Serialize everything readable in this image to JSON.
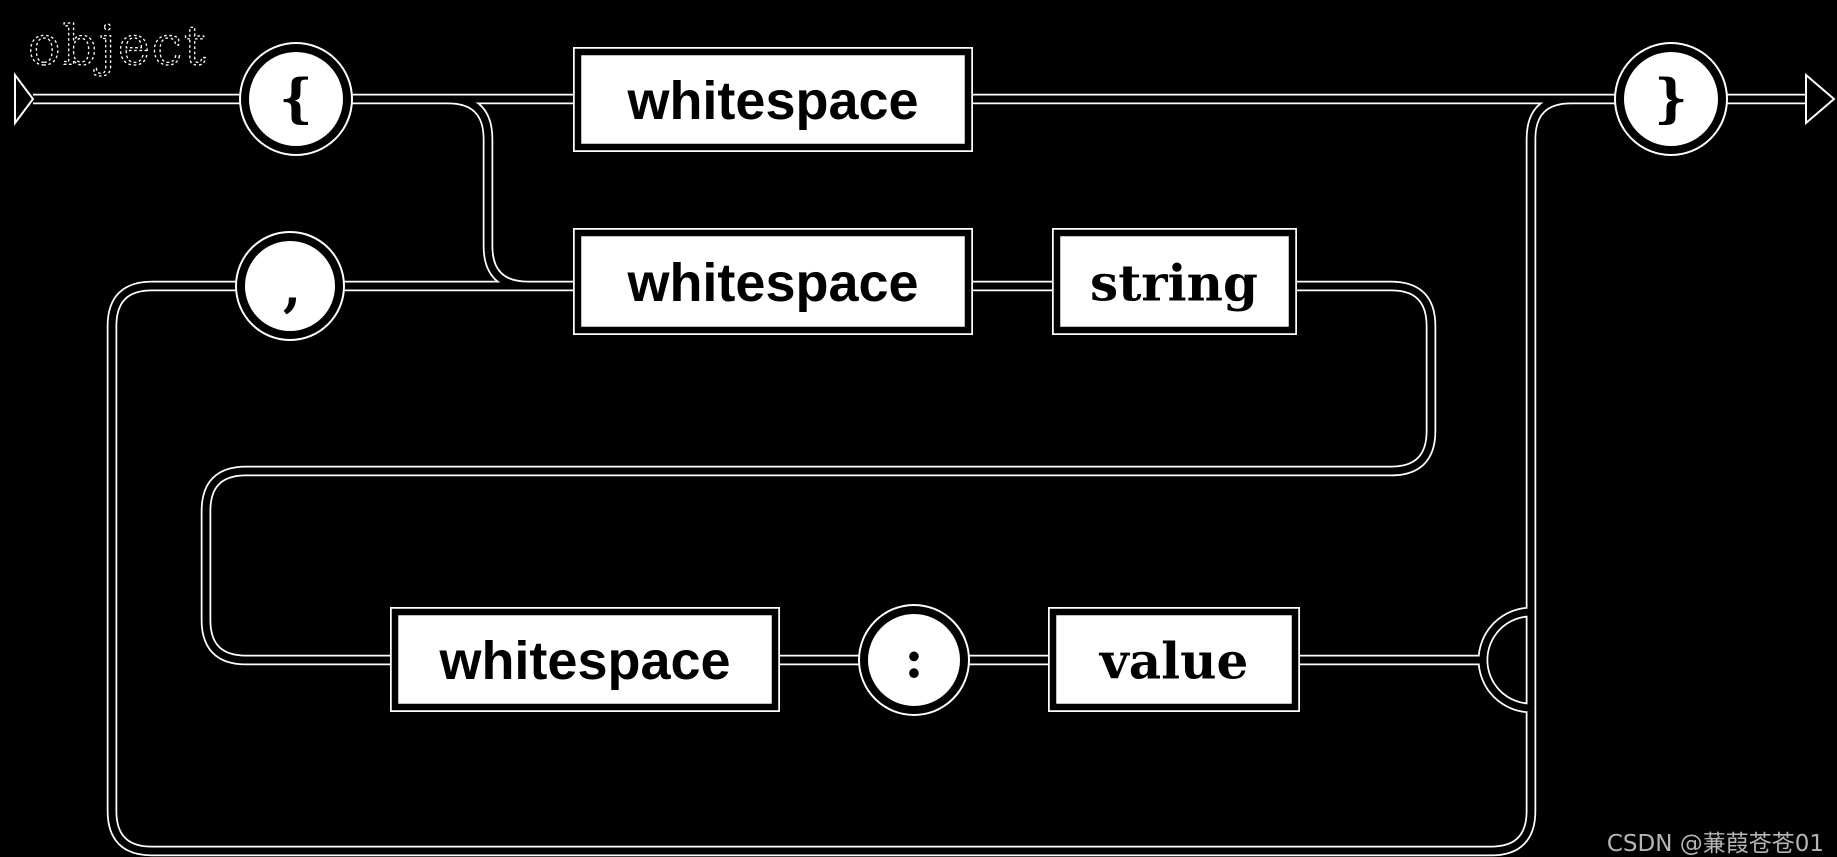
{
  "diagram": {
    "title": "object",
    "type": "railroad-syntax-diagram",
    "nodes": {
      "open_brace": "{",
      "close_brace": "}",
      "comma": ",",
      "colon": ":",
      "ws_top": "whitespace",
      "ws_loop": "whitespace",
      "string_ref": "string",
      "ws_pair": "whitespace",
      "value_ref": "value"
    }
  },
  "watermark": "CSDN @蒹葭苍苍01",
  "colors": {
    "background": "#000000",
    "line": "#000000",
    "line_halo": "#ffffff",
    "node_fill": "#ffffff",
    "node_border": "#000000",
    "text": "#000000",
    "title_outline": "#ffffff",
    "watermark": "#b5b5b5"
  }
}
